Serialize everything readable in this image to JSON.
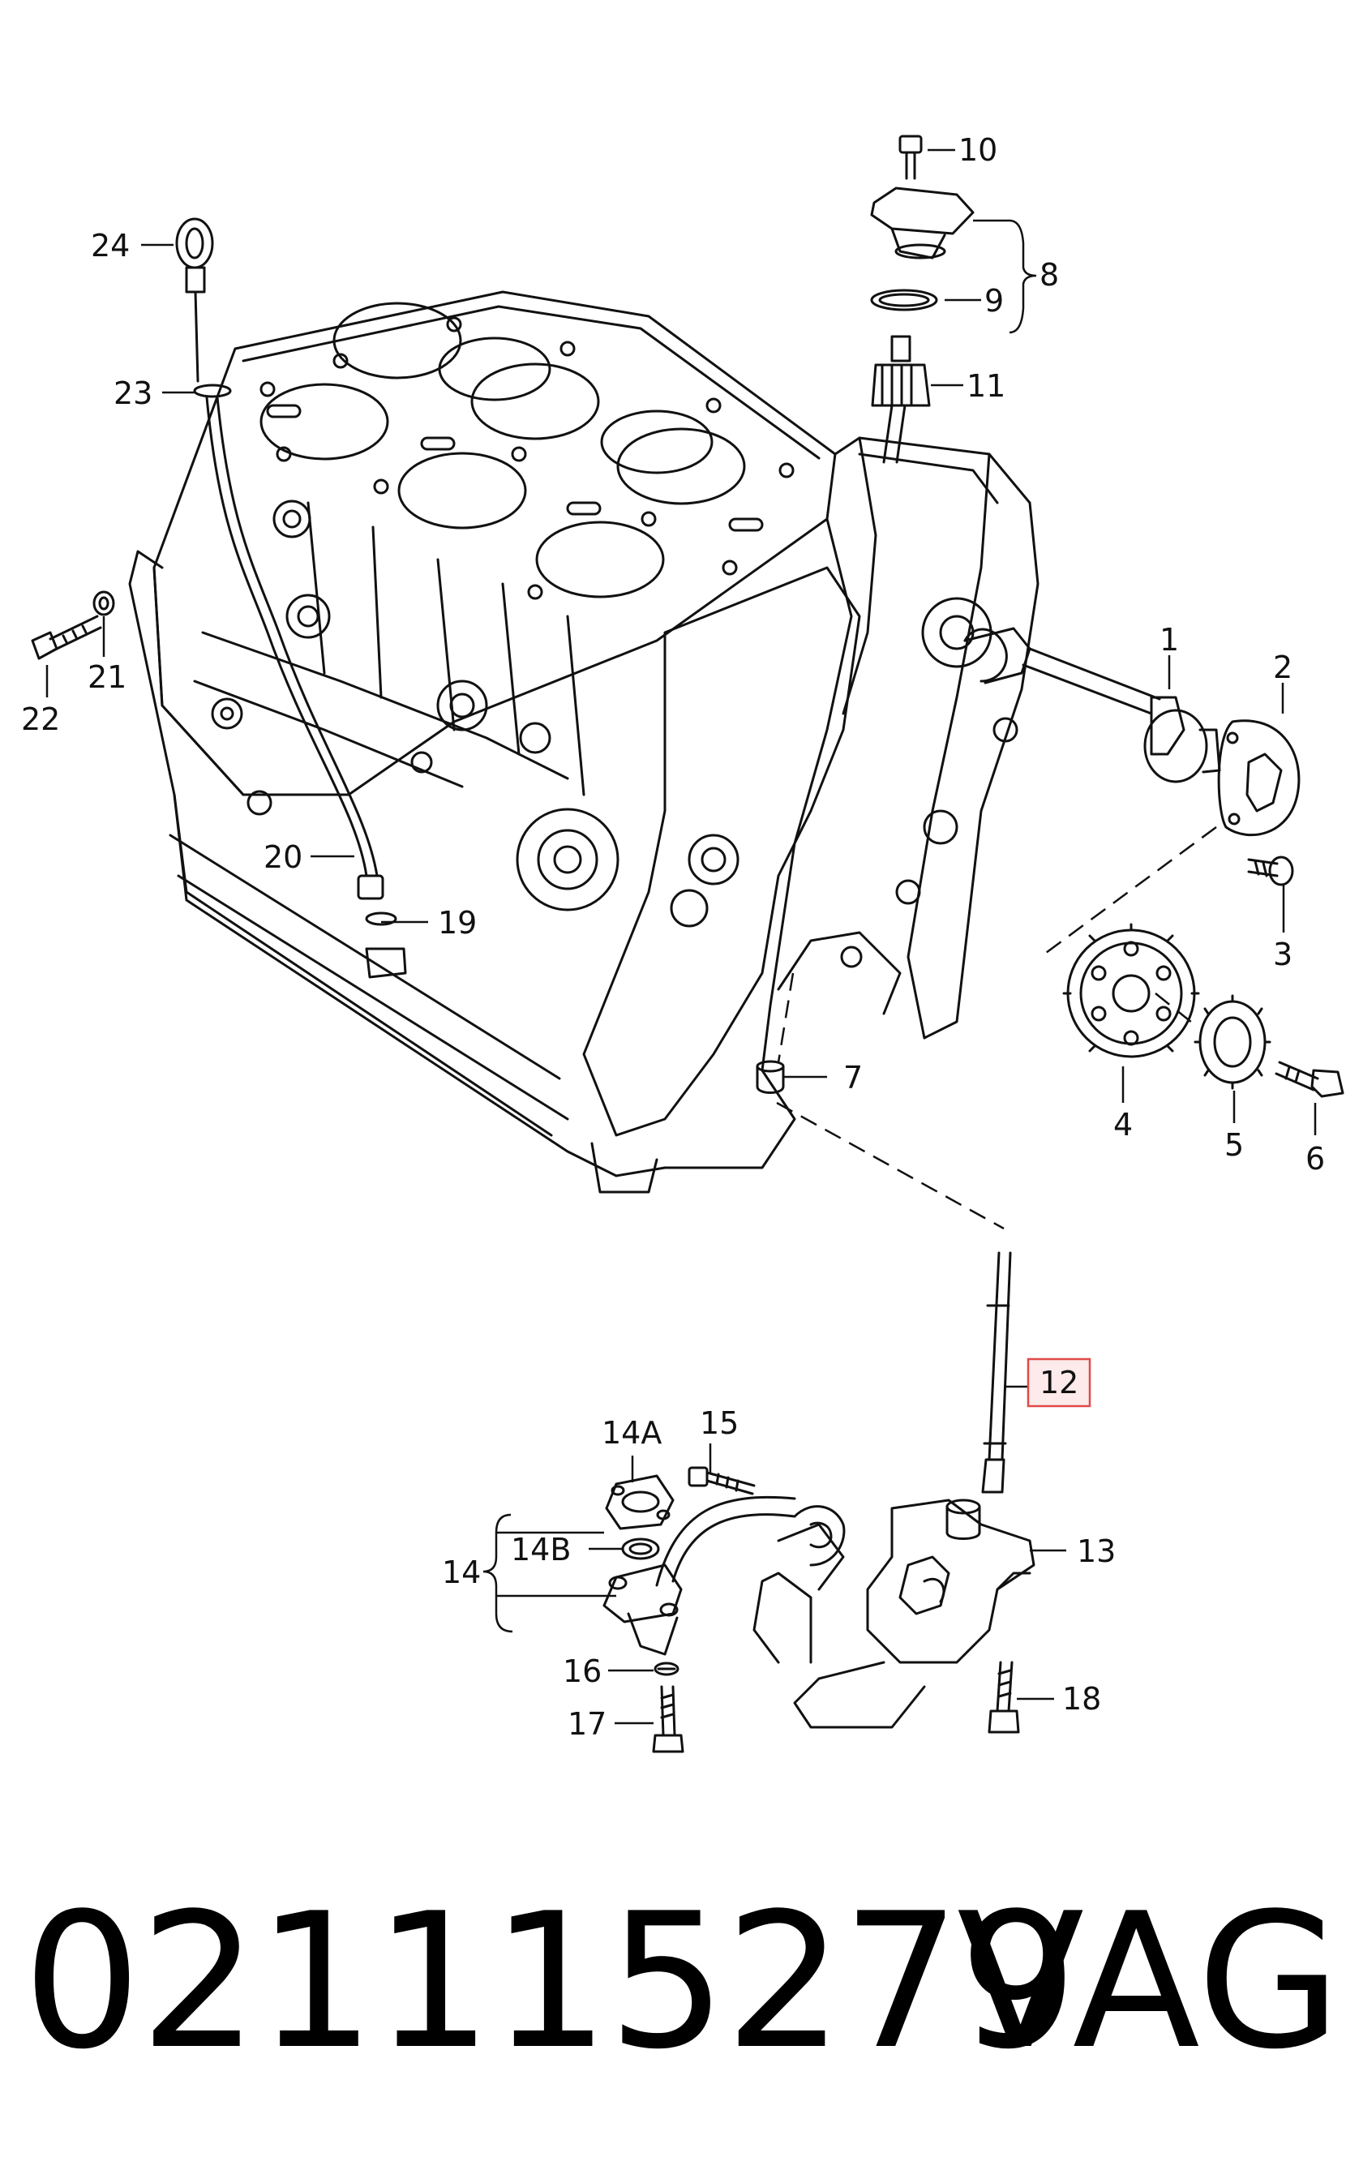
{
  "labels": {
    "l1": "1",
    "l2": "2",
    "l3": "3",
    "l4": "4",
    "l5": "5",
    "l6": "6",
    "l7": "7",
    "l8": "8",
    "l9": "9",
    "l10": "10",
    "l11": "11",
    "l12": "12",
    "l13": "13",
    "l14": "14",
    "l14a": "14A",
    "l14b": "14B",
    "l15": "15",
    "l16": "16",
    "l17": "17",
    "l18": "18",
    "l19": "19",
    "l20": "20",
    "l21": "21",
    "l22": "22",
    "l23": "23",
    "l24": "24"
  },
  "highlight_color": "#e04a4a",
  "highlight_fill": "#fdeaea",
  "footer": {
    "part_number": "021115279",
    "brand": "VAG"
  }
}
